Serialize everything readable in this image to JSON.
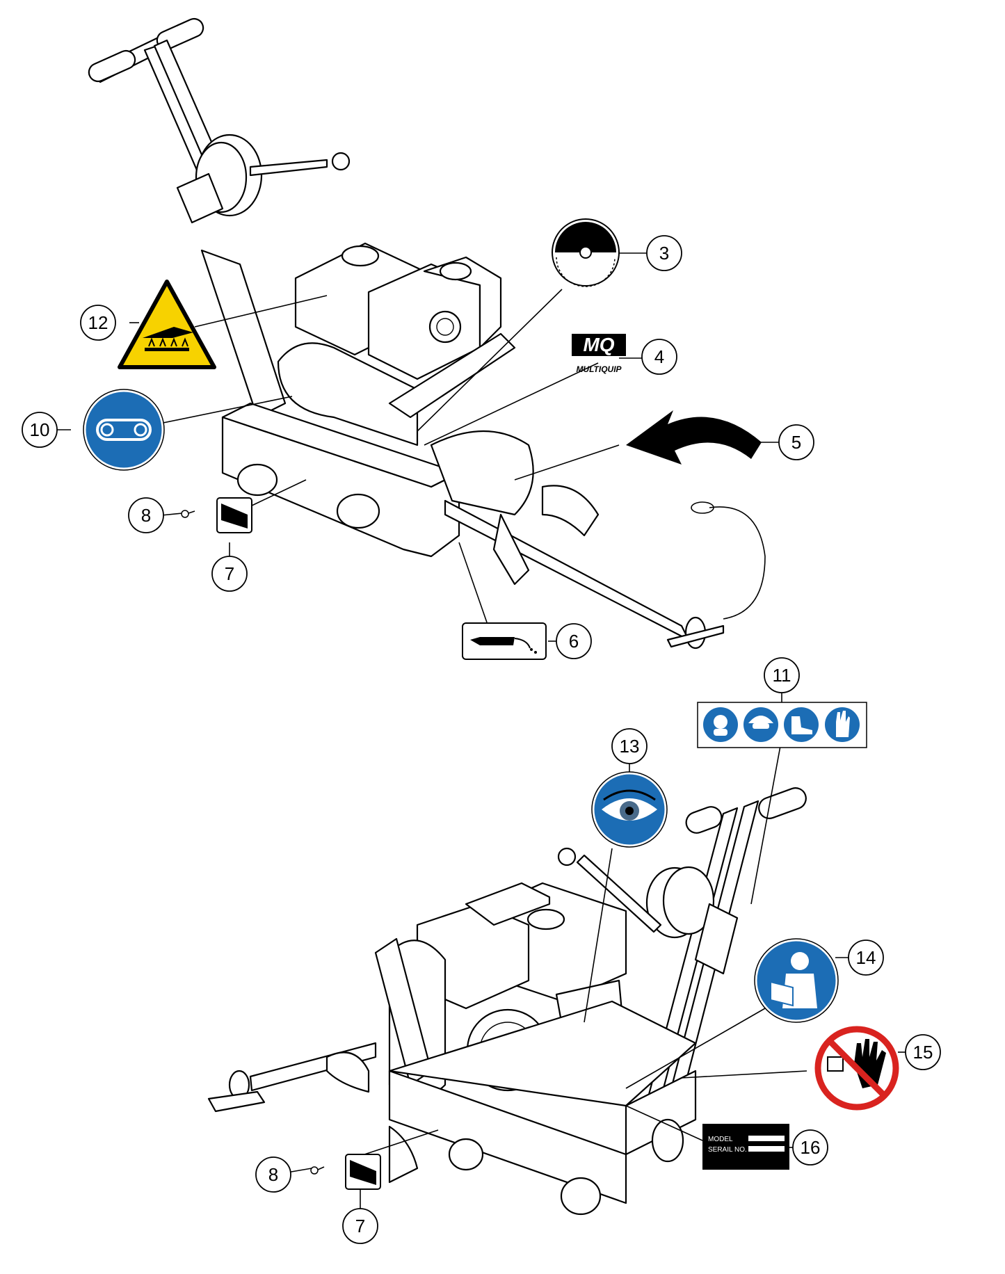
{
  "callouts": {
    "c3": "3",
    "c4": "4",
    "c5": "5",
    "c6": "6",
    "c7_top": "7",
    "c8_top": "8",
    "c10": "10",
    "c11": "11",
    "c12": "12",
    "c13": "13",
    "c14": "14",
    "c15": "15",
    "c16": "16",
    "c7_bottom": "7",
    "c8_bottom": "8"
  },
  "decals": {
    "multiquip_logo_text": "MQ",
    "multiquip_brand": "MULTIQUIP",
    "serial_plate_model": "MODEL",
    "serial_plate_serial": "SERAIL NO."
  },
  "colors": {
    "mandatory_blue": "#1c6db5",
    "warning_yellow": "#f7d200",
    "prohibition_red": "#d9231f",
    "ink": "#000000"
  },
  "icons": {
    "blade_rotation_decal": "saw-blade-decal-icon",
    "hot_surface_decal": "hot-surface-warning-icon",
    "belt_guard_decal": "belt-drive-icon",
    "ppe_decal": "ppe-mandatory-icons",
    "eye_protection_decal": "eye-icon",
    "read_manual_decal": "read-manual-icon",
    "no_touch_decal": "no-touch-hand-icon",
    "rotation_arrow": "rotation-arrow-icon",
    "water_decal": "water-line-icon"
  }
}
